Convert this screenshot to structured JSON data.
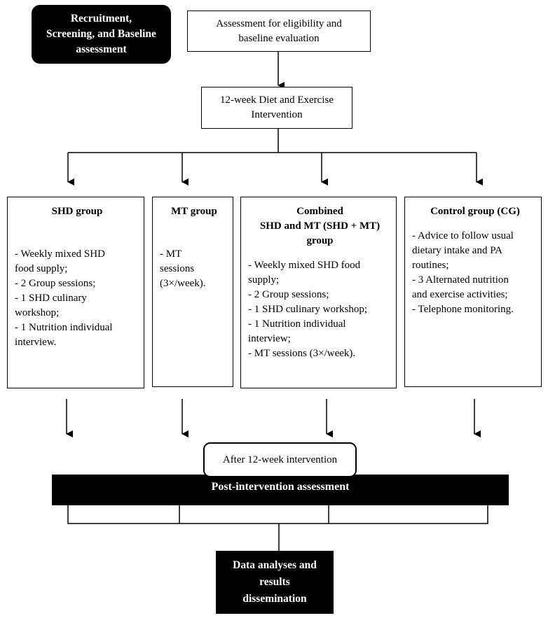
{
  "stage_label": [
    "Recruitment,",
    "Screening, and Baseline",
    "assessment"
  ],
  "eligibility": [
    "Assessment for eligibility and",
    "baseline evaluation"
  ],
  "intervention": [
    "12-week Diet and Exercise",
    "Intervention"
  ],
  "groups": {
    "shd": {
      "title": [
        "SHD group"
      ],
      "items": [
        "- Weekly mixed SHD",
        "food supply;",
        "- 2 Group sessions;",
        "- 1 SHD culinary",
        "workshop;",
        "- 1 Nutrition individual",
        "interview."
      ]
    },
    "mt": {
      "title": [
        "MT group"
      ],
      "items": [
        "- MT",
        "sessions",
        "(3×/week)."
      ]
    },
    "combined": {
      "title": [
        "Combined",
        "SHD and MT (SHD + MT)",
        "group"
      ],
      "items": [
        "-  Weekly mixed SHD food",
        "supply;",
        "- 2 Group sessions;",
        "- 1 SHD culinary workshop;",
        "- 1 Nutrition individual",
        "interview;",
        "- MT sessions (3×/week)."
      ]
    },
    "control": {
      "title": [
        "Control group (CG)"
      ],
      "items": [
        "- Advice to follow usual",
        "dietary intake and PA",
        "routines;",
        "- 3 Alternated nutrition",
        "and exercise activities;",
        "- Telephone monitoring."
      ]
    }
  },
  "after_label": "After 12-week intervention",
  "post_label": "Post-intervention assessment",
  "final": [
    "Data analyses and",
    "results",
    "dissemination"
  ]
}
